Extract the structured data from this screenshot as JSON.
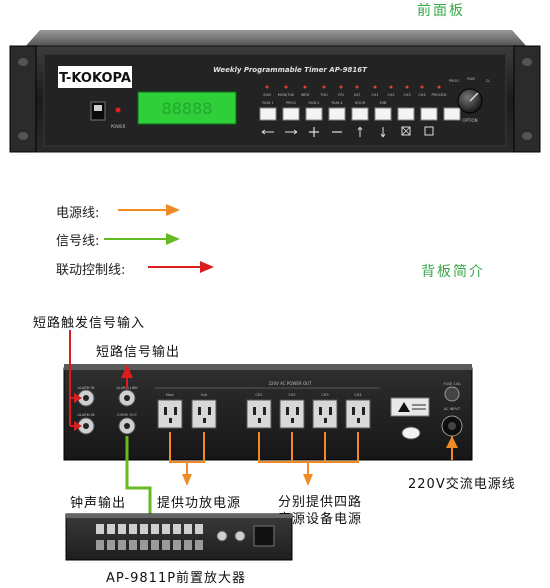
{
  "front_panel_title": "前面板",
  "rear_panel_title": "背板简介",
  "brand": "T-KOKOPA",
  "device_name": "Weekly Programmable Timer  AP-9816T",
  "power_label": "POWER",
  "lcd_text": "88888",
  "option_label": "OPTION",
  "knob_labels": [
    "PROG",
    "RUN",
    "CL"
  ],
  "day_labels": [
    "SUN",
    "MON/TUE",
    "WED",
    "THU",
    "FRI",
    "SAT",
    "CH1",
    "CH2",
    "CH3",
    "CH4",
    "PROGED"
  ],
  "key_labels": [
    "RUN 1",
    "PROG",
    "RUN 2",
    "RUN 4",
    "HOUR",
    "MIN",
    "",
    "",
    ""
  ],
  "legend": {
    "power_line": "电源线:",
    "signal_line": "信号线:",
    "control_line": "联动控制线:"
  },
  "colors": {
    "power": "#f08a24",
    "signal": "#66bb22",
    "control": "#d81e1e",
    "title": "#3aa84a"
  },
  "labels": {
    "short_trigger_input": "短路触发信号输入",
    "short_signal_output": "短路信号输出",
    "chime_output": "钟声输出",
    "amp_power": "提供功放电源",
    "four_way_power_1": "分别提供四路",
    "four_way_power_2": "音源设备电源",
    "ac_power": "220V交流电源线",
    "preamp": "AP-9811P前置放大器"
  },
  "rear": {
    "top_strip": "220V AC POWER OUT",
    "alarm_in_1": "ALARM IN",
    "alarm_in_2": "ALARM IN",
    "alarm_link": "ALARM LINK",
    "chime_out": "CHIME OUT",
    "sockets": [
      "Main",
      "Sub",
      "CH1",
      "CH2",
      "CH3",
      "CH4"
    ],
    "fuse": "FUSE 10A",
    "ac_input": "AC INPUT"
  }
}
